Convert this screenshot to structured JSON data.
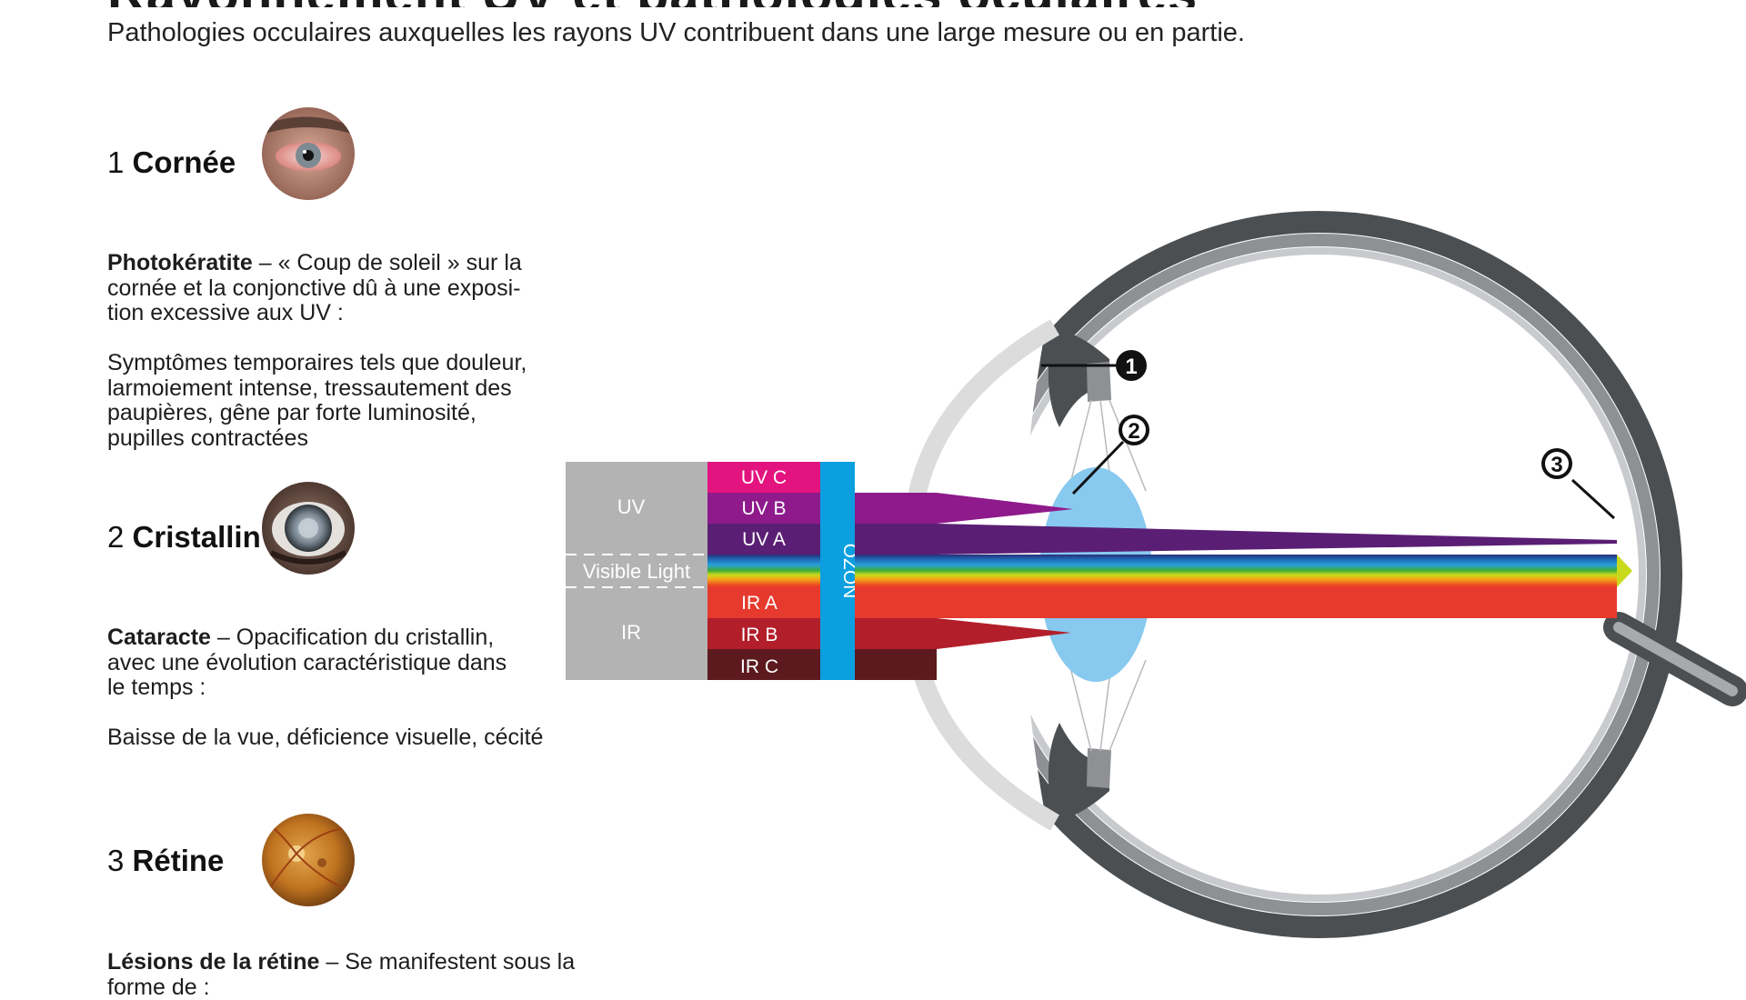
{
  "header": {
    "title": "Rayonnement UV et pathologies oculaires",
    "subtitle": "Pathologies occulaires auxquelles les rayons UV contribuent dans une large mesure ou en partie."
  },
  "sections": [
    {
      "number": "1",
      "name": "Cornée",
      "term": "Photokératite",
      "lines": [
        "– « Coup de soleil » sur la",
        "cornée et la conjonctive dû à une exposi-",
        "tion excessive aux UV :"
      ],
      "para2_lines": [
        "Symptômes temporaires tels que douleur,",
        "larmoiement intense, tressautement des",
        "paupières, gêne par forte luminosité,",
        "pupilles contractées"
      ],
      "image_icon": "red-eye-photo-icon"
    },
    {
      "number": "2",
      "name": "Cristallin",
      "term": "Cataracte",
      "lines": [
        "– Opacification du cristallin,",
        "avec une évolution caractéristique dans",
        "le temps :"
      ],
      "para2_lines": [
        "Baisse de la vue, déficience visuelle, cécité"
      ],
      "image_icon": "cataract-eye-photo-icon"
    },
    {
      "number": "3",
      "name": "Rétine",
      "term": "Lésions de la rétine",
      "lines": [
        "– Se manifestent sous la",
        "forme de :"
      ],
      "para2_lines": [],
      "image_icon": "retina-fundus-photo-icon"
    }
  ],
  "diagram": {
    "group_uv": "UV",
    "group_visible": "Visible Light",
    "group_ir": "IR",
    "ozone": "OZON",
    "bands": [
      "UV C",
      "UV B",
      "UV A",
      "IR A",
      "IR B",
      "IR C"
    ],
    "markers": [
      "1",
      "2",
      "3"
    ],
    "colors": {
      "uvc": "#e3137f",
      "uvb": "#8e1a8c",
      "uva": "#5a1f74",
      "ira": "#e63a2e",
      "irb": "#b21e2a",
      "irc": "#5c1a1e",
      "ozone": "#0b9fe0",
      "grey_box": "#b3b3b3",
      "lens": "#88c9ef",
      "sclera_dark": "#4b4f52",
      "sclera_light": "#9a9ca0",
      "cornea": "#dcdcdc"
    }
  }
}
